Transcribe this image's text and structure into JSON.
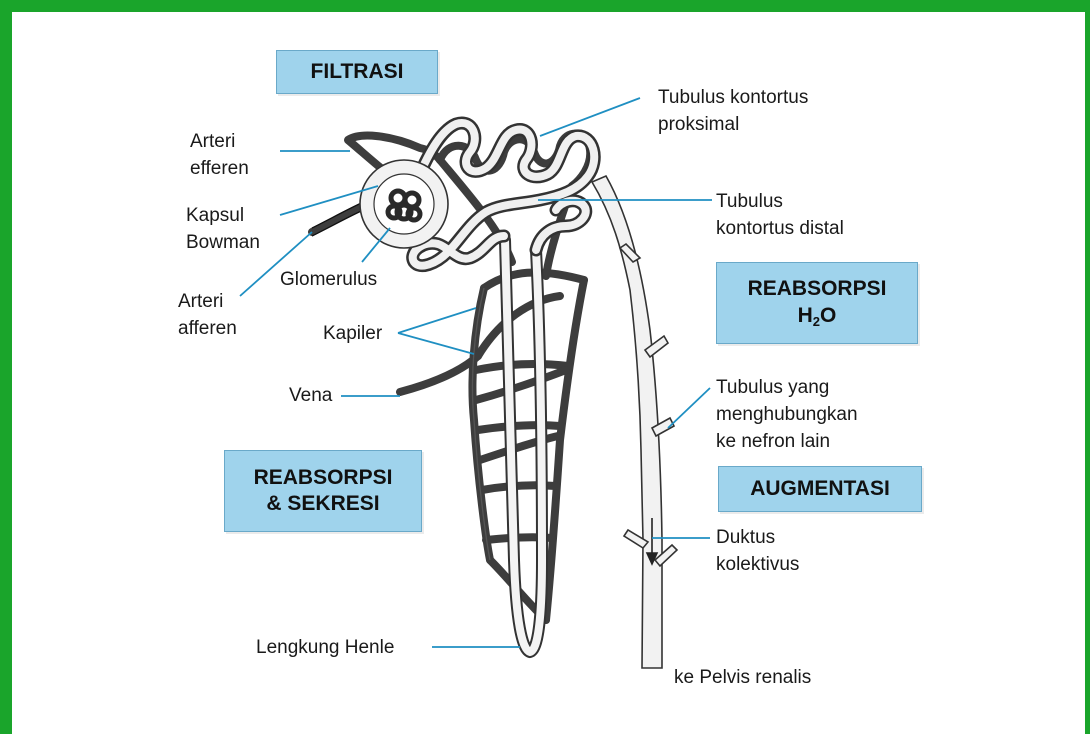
{
  "frame_color": "#1aa52b",
  "box_color": "#9fd3ec",
  "process_boxes": {
    "filtrasi": "FILTRASI",
    "reabsorpsi_h2o_line1": "REABSORPSI",
    "reabsorpsi_h2o_h": "H",
    "reabsorpsi_h2o_sub": "2",
    "reabsorpsi_h2o_o": "O",
    "reabsorpsi_sekresi_line1": "REABSORPSI",
    "reabsorpsi_sekresi_line2": "& SEKRESI",
    "augmentasi": "AUGMENTASI"
  },
  "labels": {
    "arteri_efferen": [
      "Arteri",
      "efferen"
    ],
    "kapsul_bowman": [
      "Kapsul",
      "Bowman"
    ],
    "arteri_afferen": [
      "Arteri",
      "afferen"
    ],
    "glomerulus": "Glomerulus",
    "kapiler": "Kapiler",
    "vena": "Vena",
    "lengkung_henle": "Lengkung Henle",
    "tubulus_proksimal": [
      "Tubulus kontortus",
      "proksimal"
    ],
    "tubulus_distal": [
      "Tubulus",
      "kontortus distal"
    ],
    "tubulus_penghubung": [
      "Tubulus yang",
      "menghubungkan",
      "ke nefron lain"
    ],
    "duktus_kolektivus": [
      "Duktus",
      "kolektivus"
    ],
    "pelvis_renalis": "ke Pelvis renalis"
  }
}
